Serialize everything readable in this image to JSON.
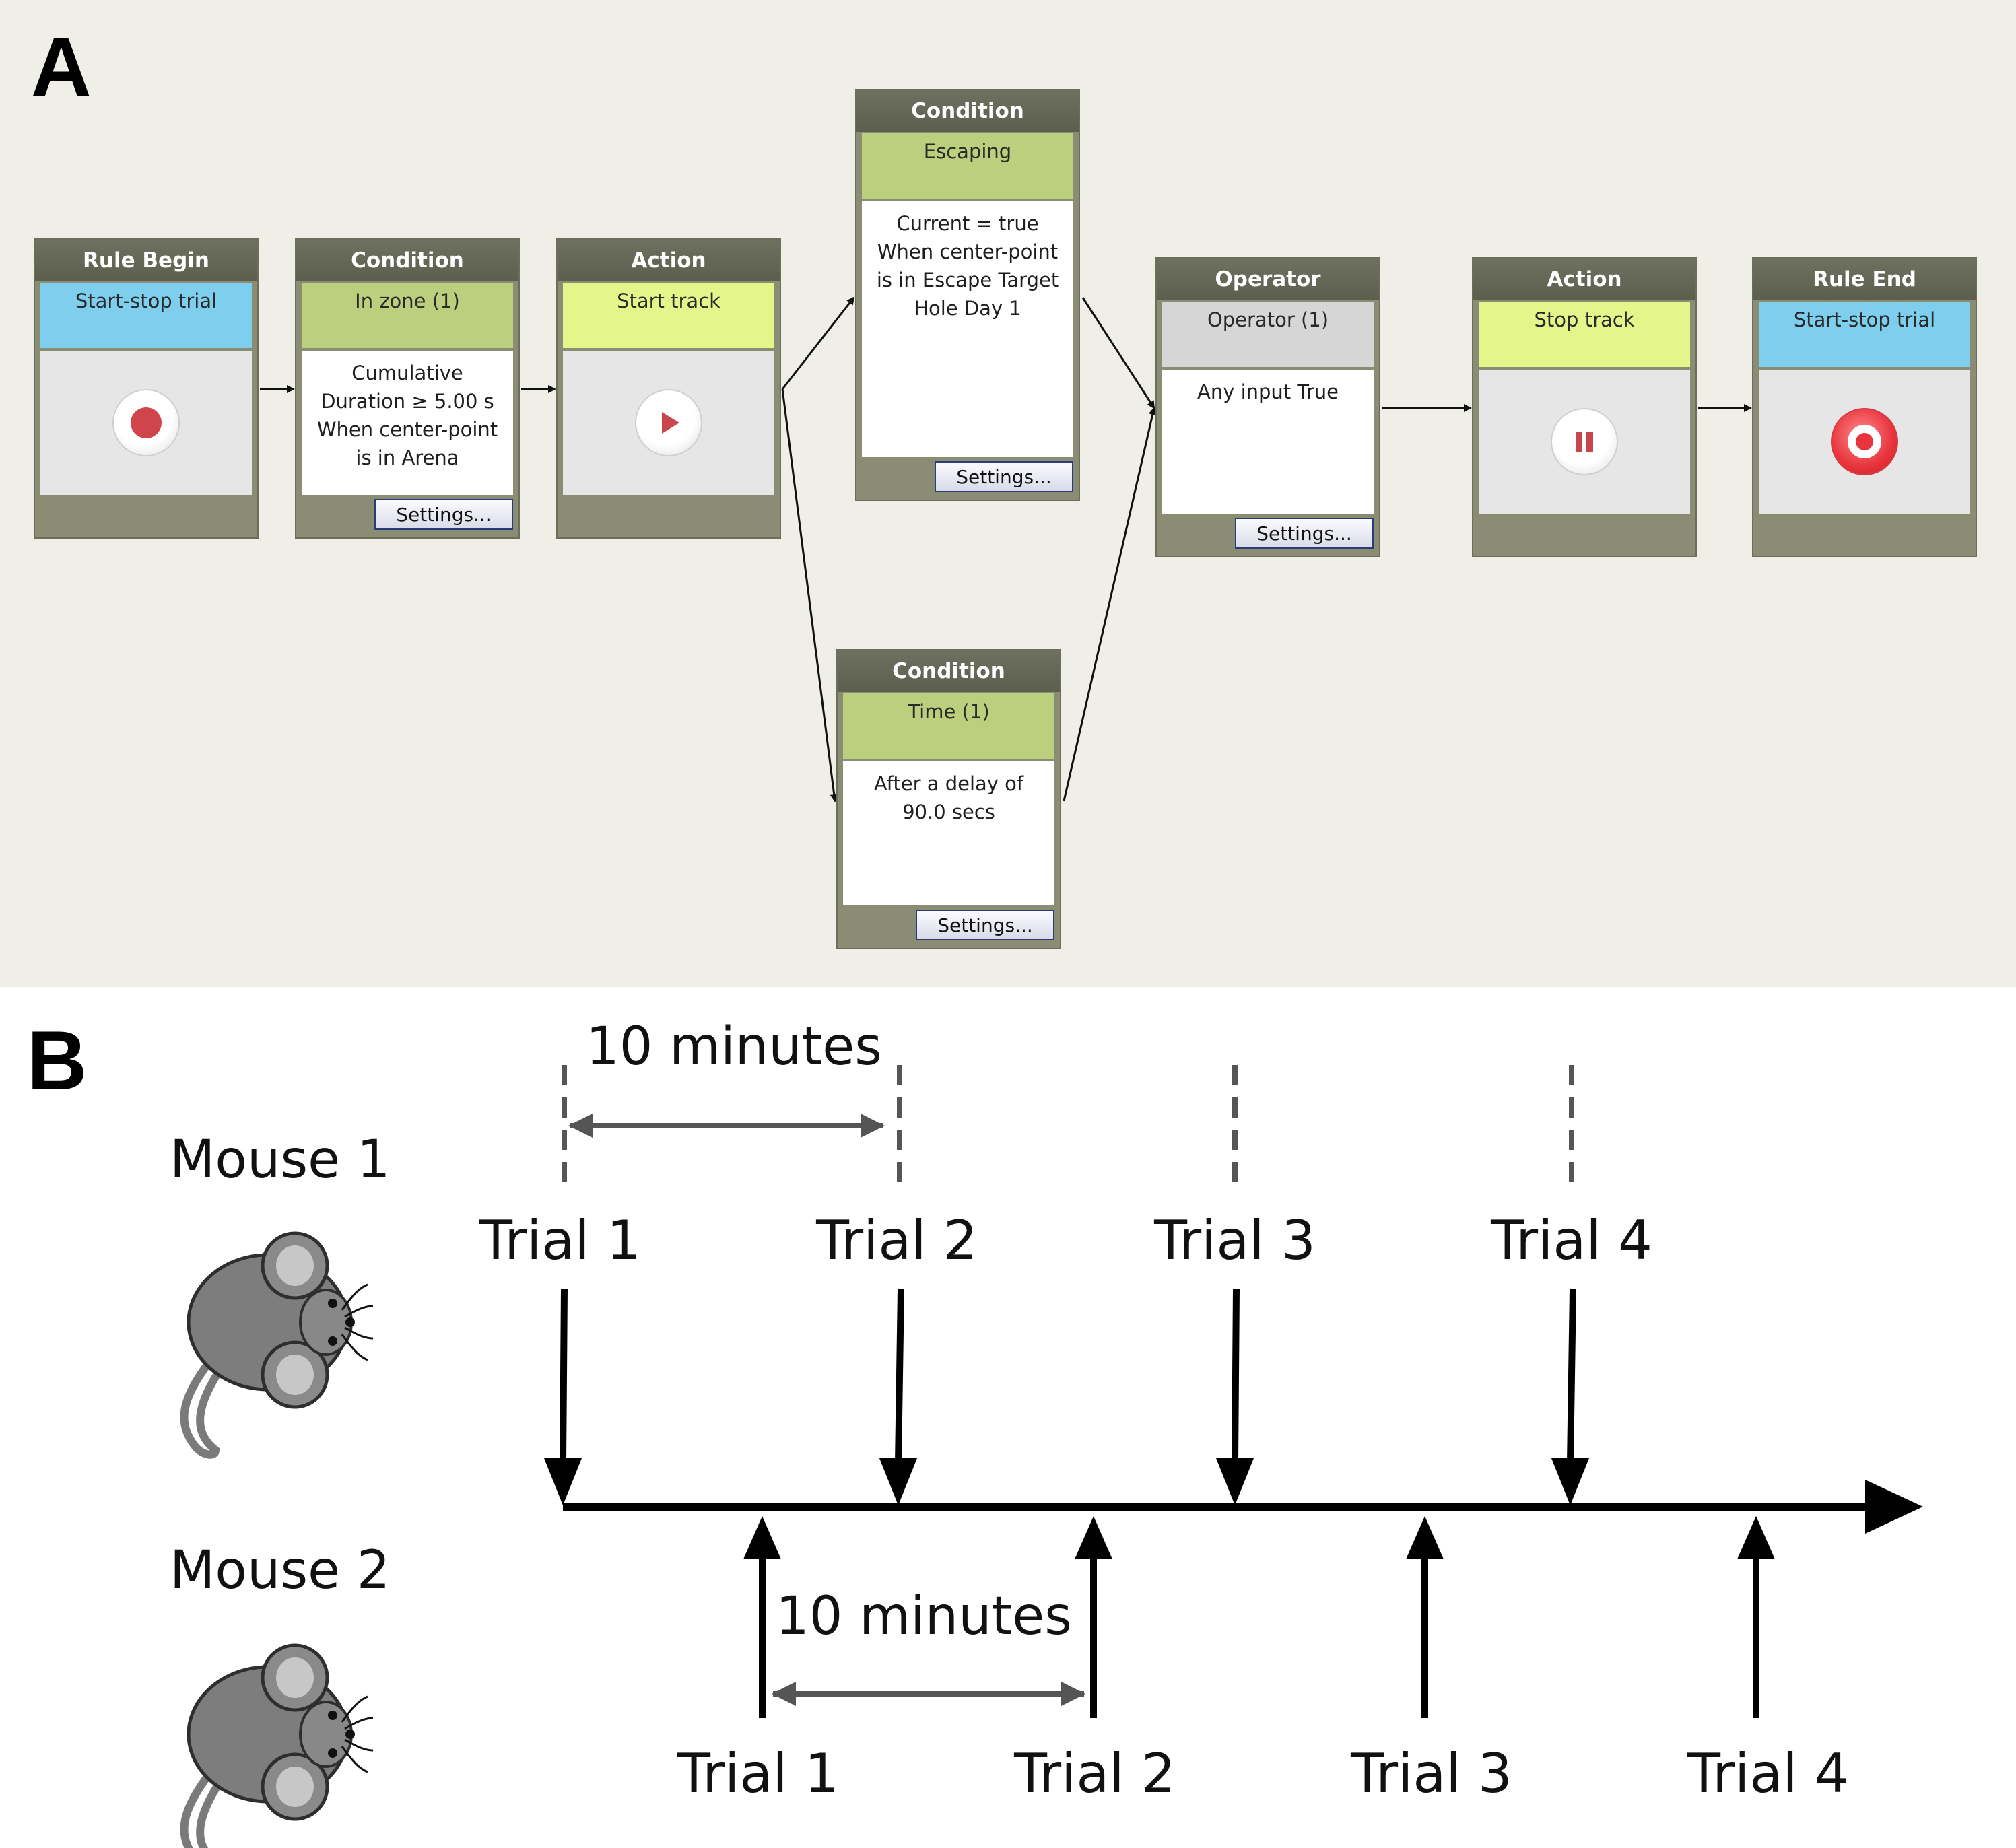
{
  "panel_a": {
    "letter": "A",
    "blocks": {
      "rule_begin": {
        "header": "Rule Begin",
        "name": "Start-stop trial"
      },
      "condition_zone": {
        "header": "Condition",
        "name": "In zone (1)",
        "body": [
          "Cumulative",
          "Duration ≥ 5.00 s",
          "When center-point",
          "is in Arena"
        ],
        "button": "Settings..."
      },
      "action_start": {
        "header": "Action",
        "name": "Start track"
      },
      "condition_escaping": {
        "header": "Condition",
        "name": "Escaping",
        "body": [
          "Current = true",
          "When center-point",
          "is in Escape Target",
          "Hole Day 1"
        ],
        "button": "Settings..."
      },
      "condition_time": {
        "header": "Condition",
        "name": "Time (1)",
        "body": [
          "After a delay of",
          "90.0 secs"
        ],
        "button": "Settings..."
      },
      "operator": {
        "header": "Operator",
        "name": "Operator (1)",
        "body": [
          "Any input True"
        ],
        "button": "Settings..."
      },
      "action_stop": {
        "header": "Action",
        "name": "Stop track"
      },
      "rule_end": {
        "header": "Rule End",
        "name": "Start-stop trial"
      }
    },
    "colors": {
      "rule": "#7ecfee",
      "condition": "#bccf7c",
      "action": "#e4f58a",
      "operator": "#d6d6d6",
      "frame": "#8a8c73"
    }
  },
  "panel_b": {
    "letter": "B",
    "mouse1": {
      "label": "Mouse 1",
      "trials": [
        "Trial 1",
        "Trial 2",
        "Trial 3",
        "Trial 4"
      ],
      "interval_label": "10 minutes"
    },
    "mouse2": {
      "label": "Mouse 2",
      "trials": [
        "Trial 1",
        "Trial 2",
        "Trial 3",
        "Trial 4"
      ],
      "interval_label": "10 minutes"
    }
  }
}
